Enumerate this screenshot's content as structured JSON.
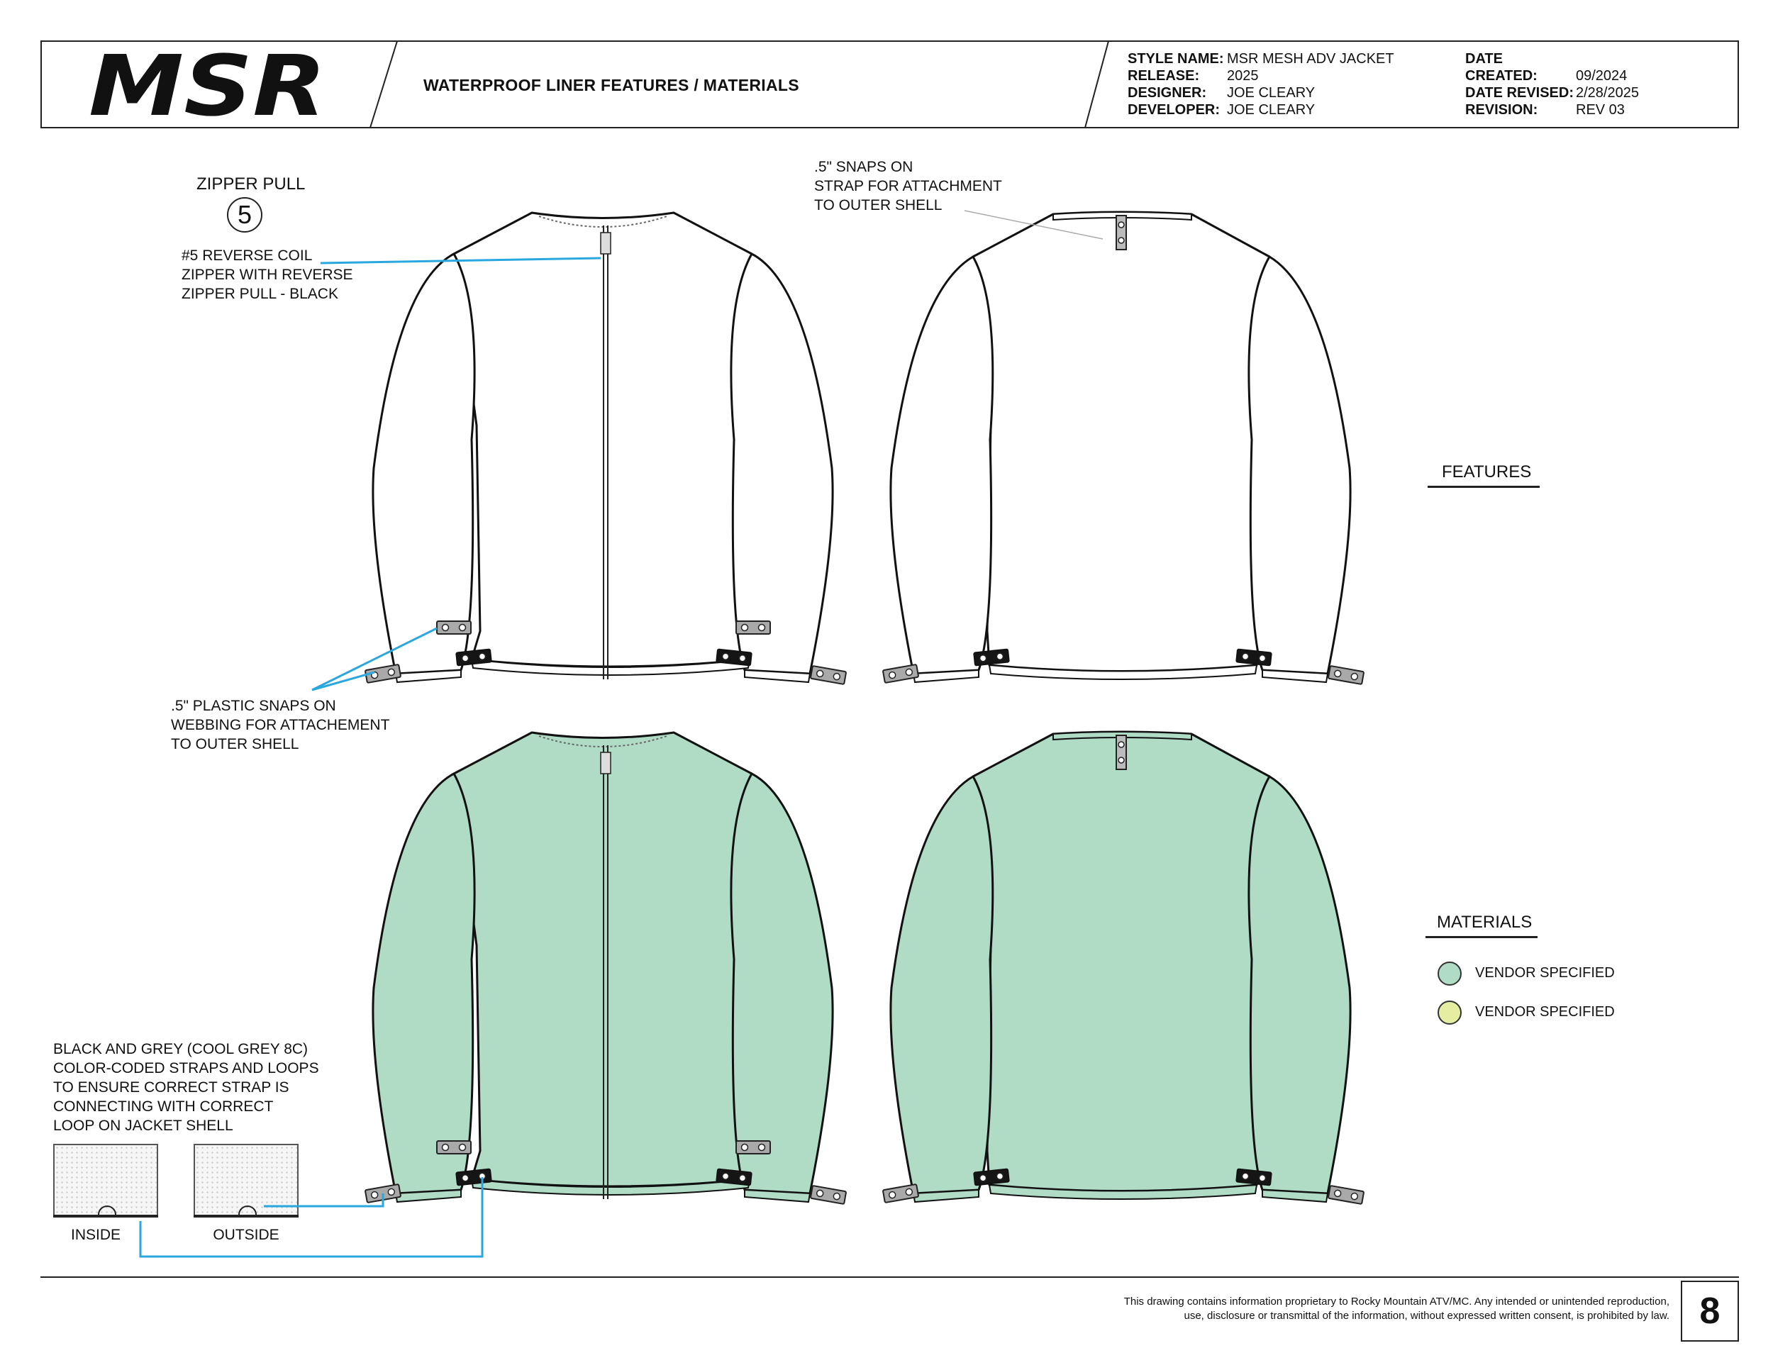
{
  "header": {
    "brand": "MSR",
    "sheet_title": "WATERPROOF LINER FEATURES / MATERIALS",
    "meta_left": [
      {
        "key": "STYLE NAME:",
        "value": "MSR MESH ADV JACKET"
      },
      {
        "key": "RELEASE:",
        "value": "2025"
      },
      {
        "key": "DESIGNER:",
        "value": "JOE CLEARY"
      },
      {
        "key": "DEVELOPER:",
        "value": "JOE CLEARY"
      }
    ],
    "meta_right": [
      {
        "key": "DATE CREATED:",
        "value": "09/2024"
      },
      {
        "key": "DATE REVISED:",
        "value": "2/28/2025"
      },
      {
        "key": "REVISION:",
        "value": "REV 03"
      }
    ]
  },
  "callouts": {
    "zipper_pull_title": "ZIPPER PULL",
    "zipper_pull_number": "5",
    "zipper_lines": [
      "#5 REVERSE COIL",
      "ZIPPER WITH REVERSE",
      "ZIPPER PULL - BLACK"
    ],
    "back_snap_lines": [
      ".5\" SNAPS ON",
      "STRAP FOR ATTACHMENT",
      "TO OUTER SHELL"
    ],
    "plastic_snap_lines": [
      ".5\" PLASTIC SNAPS ON",
      "WEBBING FOR ATTACHEMENT",
      "TO OUTER SHELL"
    ],
    "strap_lines": [
      "BLACK AND GREY (COOL GREY 8C)",
      "COLOR-CODED STRAPS AND LOOPS",
      "TO ENSURE CORRECT STRAP IS",
      "CONNECTING WITH CORRECT",
      "LOOP ON JACKET SHELL"
    ],
    "inside_label": "INSIDE",
    "outside_label": "OUTSIDE"
  },
  "features": {
    "title": "FEATURES"
  },
  "materials": {
    "title": "MATERIALS",
    "items": [
      {
        "label": "VENDOR SPECIFIED",
        "color": "#b0dcc6"
      },
      {
        "label": "VENDOR SPECIFIED",
        "color": "#e4eda2"
      }
    ]
  },
  "colors": {
    "line": "#1a1a1a",
    "callout": "#2aa7df",
    "body_fill": "#b0dcc6",
    "trim_fill": "#e4eda2",
    "snap_grey": "#9c9c9c"
  },
  "footer": {
    "legal_line1": "This drawing contains information proprietary to Rocky Mountain ATV/MC. Any intended or unintended reproduction,",
    "legal_line2": "use, disclosure or transmittal of the information, without expressed written consent, is prohibited by law.",
    "page_number": "8"
  }
}
